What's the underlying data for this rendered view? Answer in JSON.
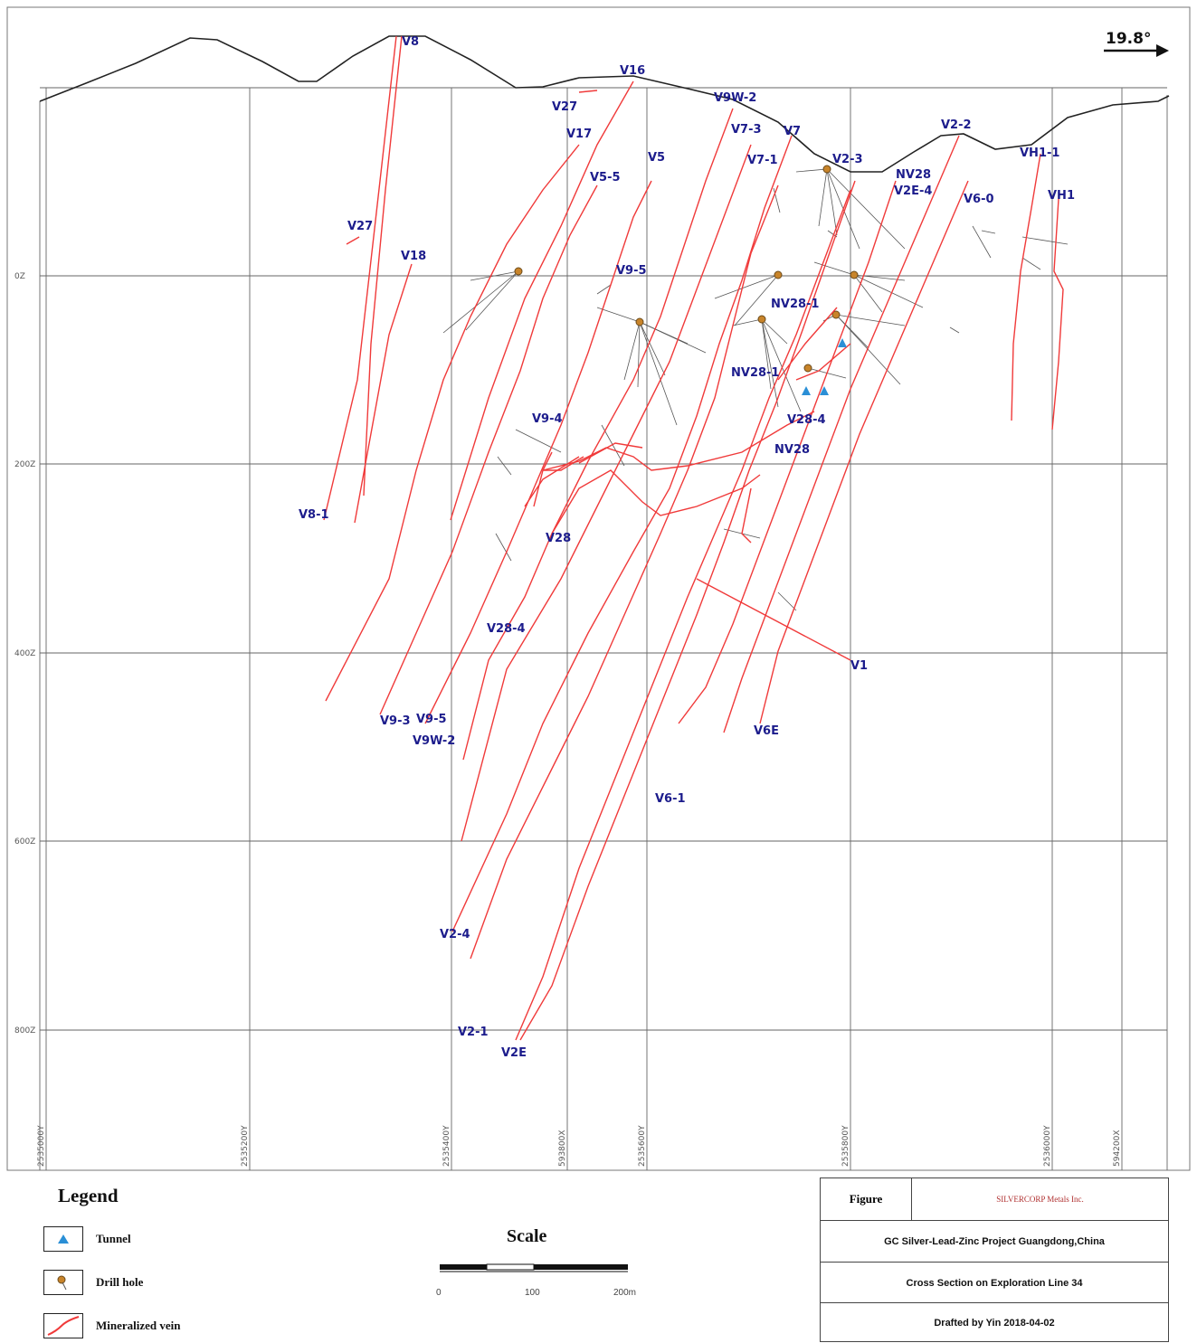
{
  "north_arrow": {
    "label": "19.8°"
  },
  "elevation_labels": [
    "0Z",
    "200Z",
    "400Z",
    "600Z",
    "800Z"
  ],
  "grid_labels": [
    "2535000Y",
    "2535200Y",
    "2535400Y",
    "593800X",
    "2535600Y",
    "2535800Y",
    "2536000Y",
    "594200X"
  ],
  "vein_labels": [
    "V8",
    "V16",
    "V27",
    "V9W-2",
    "V17",
    "V7-3",
    "V7",
    "V2-2",
    "V5",
    "V7-1",
    "V2-3",
    "V5-5",
    "NV28",
    "VH1-1",
    "V2E-4",
    "V6-0",
    "VH1",
    "V27",
    "V18",
    "V9-5",
    "NV28-1",
    "NV28-1",
    "V28-4",
    "V9-4",
    "NV28",
    "V8-1",
    "V28",
    "V28-4",
    "V1",
    "V9-3",
    "V9-5",
    "V9W-2",
    "V6E",
    "V6-1",
    "V2-4",
    "V2-1",
    "V2E"
  ],
  "legend": {
    "title": "Legend",
    "items": [
      {
        "label": "Tunnel",
        "icon": "tunnel-icon"
      },
      {
        "label": "Drill hole",
        "icon": "drill-hole-icon"
      },
      {
        "label": "Mineralized vein",
        "icon": "mineralized-vein-icon"
      }
    ]
  },
  "scale": {
    "title": "Scale",
    "ticks": [
      "0",
      "100",
      "200m"
    ]
  },
  "title_block": {
    "figure_label": "Figure",
    "logo_text": "SILVERCORP Metals Inc.",
    "project": "GC Silver-Lead-Zinc Project Guangdong,China",
    "section": "Cross Section on Exploration Line 34",
    "drafted": "Drafted by Yin 2018-04-02"
  },
  "colors": {
    "vein": "#f03a3a",
    "label": "#1c1c8c",
    "drill": "#c8842a",
    "tunnel": "#2a8fd6"
  }
}
